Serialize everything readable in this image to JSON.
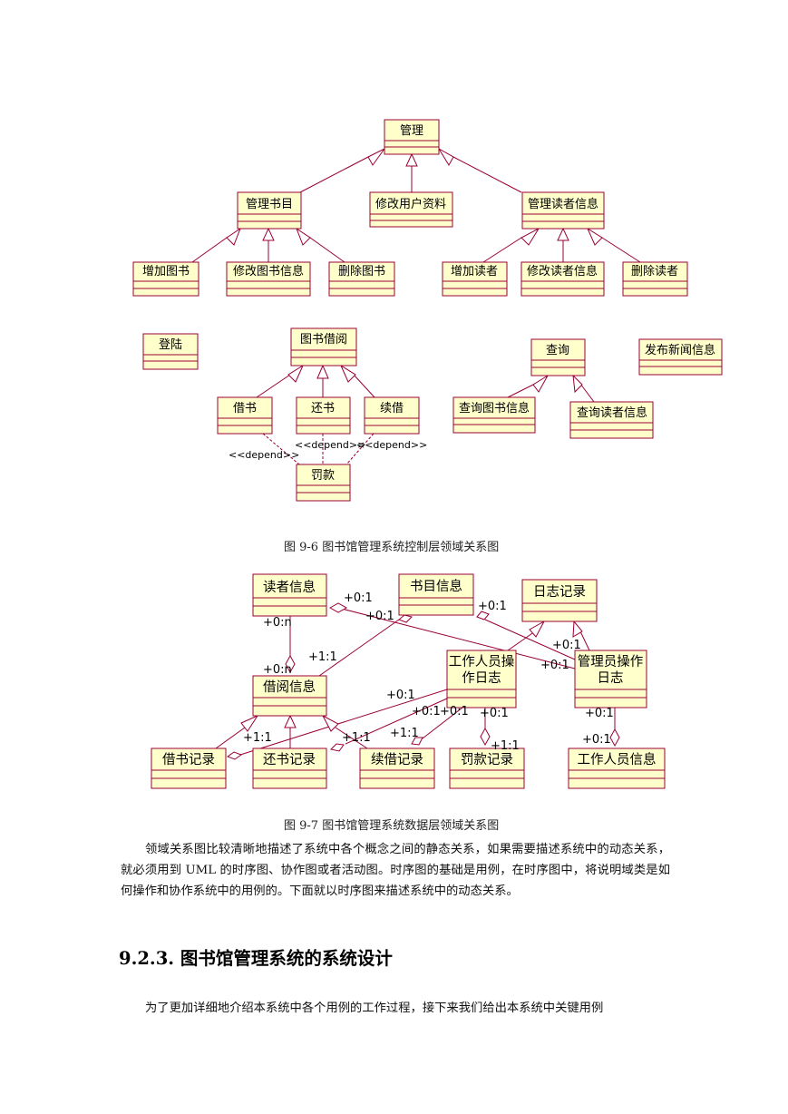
{
  "figure1": {
    "caption": "图 9-6 图书馆管理系统控制层领域关系图",
    "classes": {
      "guanli": "管理",
      "guanli_shumu": "管理书目",
      "xiugai_yonghu": "修改用户资料",
      "guanli_duzhe": "管理读者信息",
      "zengjia_tushu": "增加图书",
      "xiugai_tushu": "修改图书信息",
      "shanchu_tushu": "删除图书",
      "zengjia_duzhe": "增加读者",
      "xiugai_duzhe": "修改读者信息",
      "shanchu_duzhe": "删除读者",
      "denglu": "登陆",
      "tushu_jieyue": "图书借阅",
      "chaxun": "查询",
      "fabu_xinwen": "发布新闻信息",
      "jieshu": "借书",
      "huanshu": "还书",
      "xujie": "续借",
      "chaxun_tushu": "查询图书信息",
      "chaxun_duzhe": "查询读者信息",
      "fakuan": "罚款"
    },
    "stereotypes": {
      "left": "<<depend>>",
      "middle": "<<depend>>",
      "right": "<<depend>>"
    }
  },
  "figure2": {
    "caption": "图 9-7 图书馆管理系统数据层领域关系图",
    "classes": {
      "duzhe": "读者信息",
      "shumu": "书目信息",
      "rizhi": "日志记录",
      "gongzuo_rizhi_1": "工作人员操",
      "gongzuo_rizhi_2": "作日志",
      "guanli_rizhi_1": "管理员操作",
      "guanli_rizhi_2": "日志",
      "jieyue": "借阅信息",
      "jieshu_jilu": "借书记录",
      "huanshu_jilu": "还书记录",
      "xujie_jilu": "续借记录",
      "fakuan_jilu": "罚款记录",
      "gongzuo_renyuan": "工作人员信息"
    },
    "multiplicities": {
      "duzhe_shumu": "+0:1",
      "duzhe_bottom": "+0:n",
      "jieyue_top": "+0:n",
      "jieyue_shumu_end": "+1:1",
      "shumu_rizhi": "+0:1",
      "shumu_gongzuo": "+0:1",
      "gongzuo_guanli_a": "+0:1",
      "gongzuo_guanli_b": "+0:1",
      "gongzuo_left": "+0:1",
      "gongzuo_huanshu": "+0:1",
      "gongzuo_xujie": "+0:1",
      "gongzuo_fakuan": "+0:1",
      "jieshu_end": "+1:1",
      "huanshu_end": "+1:1",
      "xujie_end": "+1:1",
      "fakuan_end": "+1:1",
      "guanli_bottom": "+0:1",
      "renyuan_top": "+0:1"
    }
  },
  "paragraph1": "领域关系图比较清晰地描述了系统中各个概念之间的静态关系，如果需要描述系统中的动态关系，就必须用到 UML 的时序图、协作图或者活动图。时序图的基础是用例，在时序图中，将说明域类是如何操作和协作系统中的用例的。下面就以时序图来描述系统中的动态关系。",
  "heading": "9.2.3. 图书馆管理系统的系统设计",
  "paragraph2": "为了更加详细地介绍本系统中各个用例的工作过程，接下来我们给出本系统中关键用例"
}
